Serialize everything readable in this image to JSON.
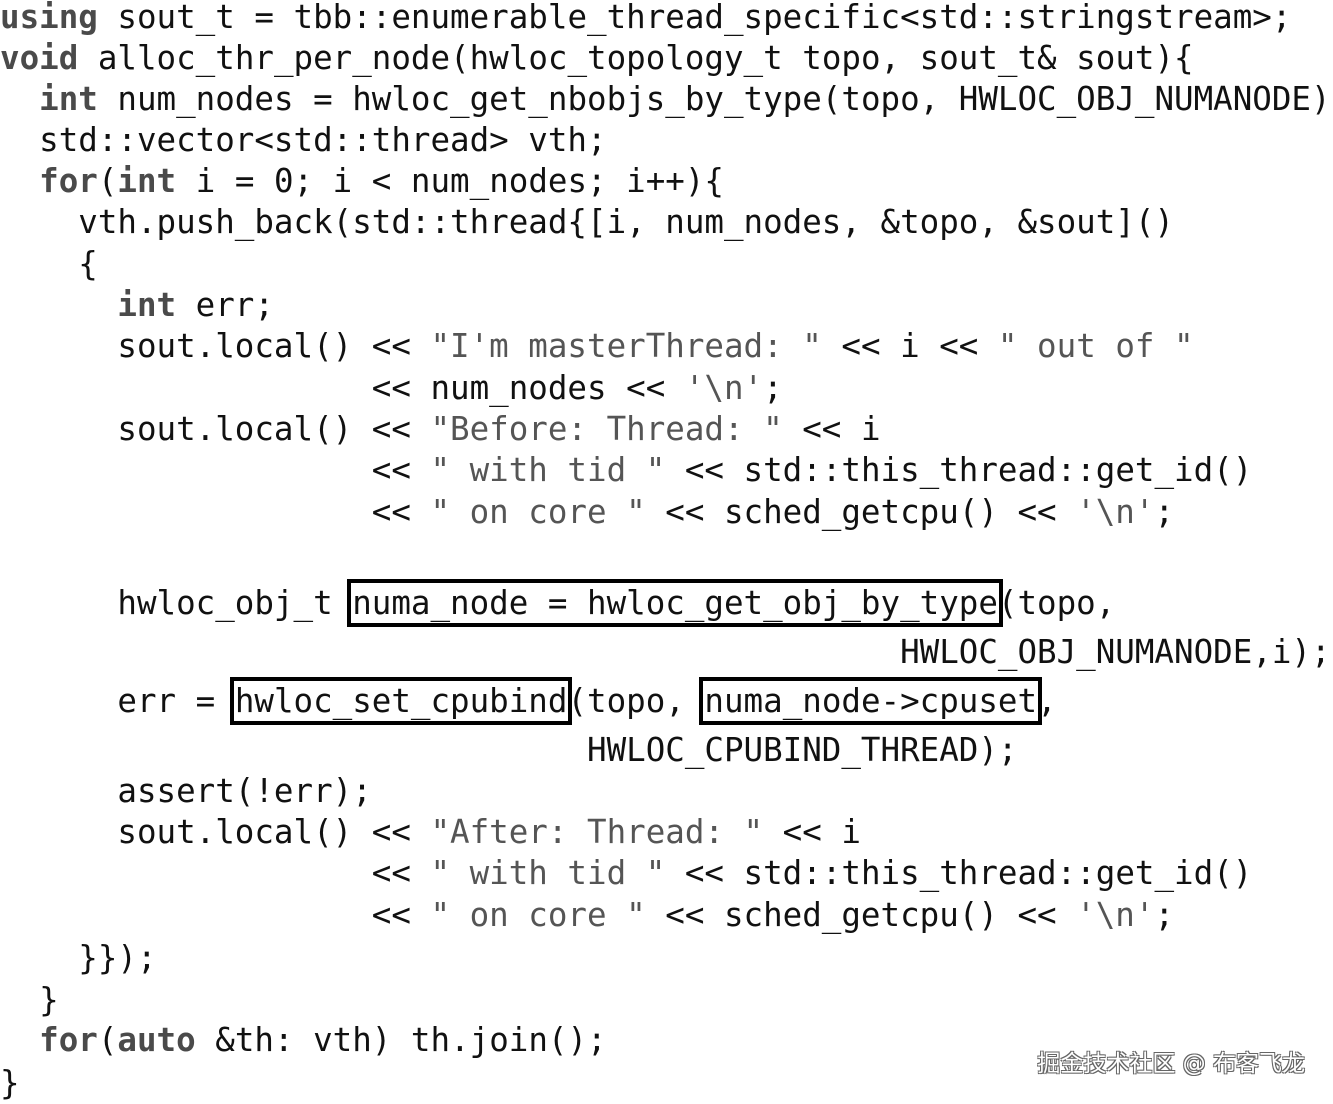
{
  "lines": [
    [
      {
        "t": "using",
        "c": "kw"
      },
      {
        "t": " sout_t = tbb::enumerable_thread_specific<std::stringstream>;"
      }
    ],
    [
      {
        "t": "void",
        "c": "kw"
      },
      {
        "t": " alloc_thr_per_node(hwloc_topology_t topo, sout_t& sout){"
      }
    ],
    [
      {
        "t": "  "
      },
      {
        "t": "int",
        "c": "kw"
      },
      {
        "t": " num_nodes = hwloc_get_nbobjs_by_type(topo, HWLOC_OBJ_NUMANODE);"
      }
    ],
    [
      {
        "t": "  std::vector<std::thread> vth;"
      }
    ],
    [
      {
        "t": "  "
      },
      {
        "t": "for",
        "c": "kw"
      },
      {
        "t": "("
      },
      {
        "t": "int",
        "c": "kw"
      },
      {
        "t": " i = 0; i < num_nodes; i++){"
      }
    ],
    [
      {
        "t": "    vth.push_back(std::thread{[i, num_nodes, &topo, &sout]()"
      }
    ],
    [
      {
        "t": "    {"
      }
    ],
    [
      {
        "t": "      "
      },
      {
        "t": "int",
        "c": "kw"
      },
      {
        "t": " err;"
      }
    ],
    [
      {
        "t": "      sout.local() << "
      },
      {
        "t": "\"I'm masterThread: \"",
        "c": "str"
      },
      {
        "t": " << i << "
      },
      {
        "t": "\" out of \"",
        "c": "str"
      }
    ],
    [
      {
        "t": "                   << num_nodes << "
      },
      {
        "t": "'\\n'",
        "c": "str"
      },
      {
        "t": ";"
      }
    ],
    [
      {
        "t": "      sout.local() << "
      },
      {
        "t": "\"Before: Thread: \"",
        "c": "str"
      },
      {
        "t": " << i"
      }
    ],
    [
      {
        "t": "                   << "
      },
      {
        "t": "\" with tid \"",
        "c": "str"
      },
      {
        "t": " << std::this_thread::get_id()"
      }
    ],
    [
      {
        "t": "                   << "
      },
      {
        "t": "\" on core \"",
        "c": "str"
      },
      {
        "t": " << sched_getcpu() << "
      },
      {
        "t": "'\\n'",
        "c": "str"
      },
      {
        "t": ";"
      }
    ],
    [],
    [
      {
        "t": "      hwloc_obj_t "
      },
      {
        "t": "numa_node = hwloc_get_obj_by_type",
        "c": "box"
      },
      {
        "t": "(topo,"
      }
    ],
    [
      {
        "t": "                                              HWLOC_OBJ_NUMANODE,i);"
      }
    ],
    [
      {
        "t": "      err = "
      },
      {
        "t": "hwloc_set_cpubind",
        "c": "box"
      },
      {
        "t": "(topo, "
      },
      {
        "t": "numa_node->cpuset",
        "c": "box"
      },
      {
        "t": ","
      }
    ],
    [
      {
        "t": "                              HWLOC_CPUBIND_THREAD);"
      }
    ],
    [
      {
        "t": "      assert(!err);"
      }
    ],
    [
      {
        "t": "      sout.local() << "
      },
      {
        "t": "\"After: Thread: \"",
        "c": "str"
      },
      {
        "t": " << i"
      }
    ],
    [
      {
        "t": "                   << "
      },
      {
        "t": "\" with tid \"",
        "c": "str"
      },
      {
        "t": " << std::this_thread::get_id()"
      }
    ],
    [
      {
        "t": "                   << "
      },
      {
        "t": "\" on core \"",
        "c": "str"
      },
      {
        "t": " << sched_getcpu() << "
      },
      {
        "t": "'\\n'",
        "c": "str"
      },
      {
        "t": ";"
      }
    ],
    [
      {
        "t": "    }});"
      }
    ],
    [
      {
        "t": "  }"
      }
    ],
    [
      {
        "t": "  "
      },
      {
        "t": "for",
        "c": "kw"
      },
      {
        "t": "("
      },
      {
        "t": "auto",
        "c": "kw"
      },
      {
        "t": " &th: vth) th.join();"
      }
    ],
    [
      {
        "t": "}"
      }
    ]
  ],
  "watermark": "掘金技术社区 @ 布客飞龙"
}
